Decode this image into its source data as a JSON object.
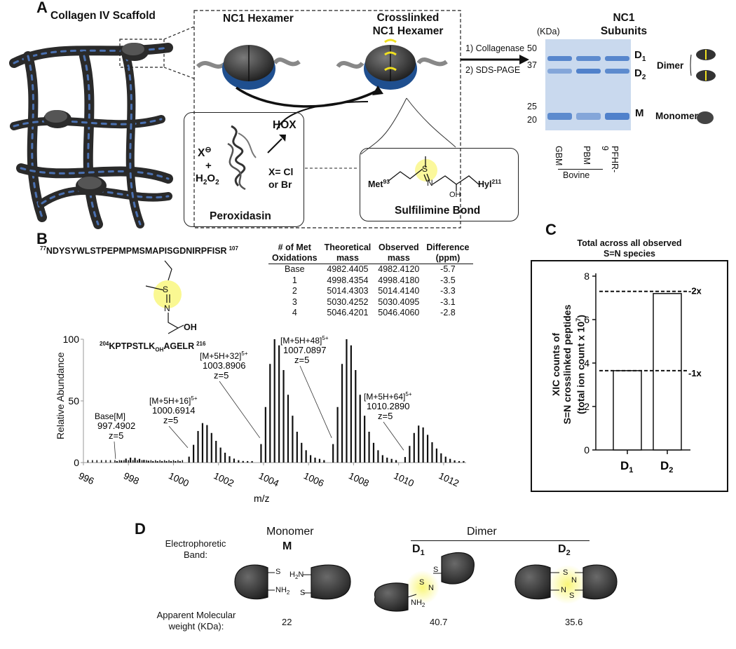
{
  "panel_labels": {
    "a": "A",
    "b": "B",
    "c": "C",
    "d": "D"
  },
  "panel_a": {
    "scaffold_title": "Collagen IV Scaffold",
    "hexamer_title": "NC1 Hexamer",
    "crosslinked_title_line1": "Crosslinked",
    "crosslinked_title_line2": "NC1 Hexamer",
    "step1": "1) Collagenase",
    "step2": "2) SDS-PAGE",
    "peroxidasin": {
      "x": "X",
      "charge": "⊖",
      "plus": "+",
      "h2o2": "H",
      "h2o2_sub1": "2",
      "o": "O",
      "h2o2_sub2": "2",
      "hox": "HOX",
      "x_def_line1": "X= Cl",
      "x_def_line2": "or Br",
      "label": "Peroxidasin"
    },
    "sulfilimine": {
      "met": "Met",
      "met_sup": "93",
      "hyl": "Hyl",
      "hyl_sup": "211",
      "s": "S",
      "n": "N",
      "oh": "OH",
      "label": "Sulfilimine Bond"
    },
    "gel": {
      "title_line1": "NC1",
      "title_line2": "Subunits",
      "unit": "(KDa)",
      "markers": [
        "50",
        "37",
        "25",
        "20"
      ],
      "lanes": [
        "GBM",
        "PBM",
        "PFHR-9"
      ],
      "bovine": "Bovine",
      "bands": {
        "d1": "D",
        "d1_sub": "1",
        "d2": "D",
        "d2_sub": "2",
        "m": "M"
      },
      "dimer": "Dimer",
      "monomer": "Monomer",
      "gel_color": "#c9d9ee",
      "band_color": "#4a7cc8"
    }
  },
  "panel_b": {
    "peptide1_sup": "77",
    "peptide1": "NDYSYWLSTPEPMPMSMAPISGDNIRPFISR",
    "peptide1_end": "107",
    "peptide2_sup": "204",
    "peptide2_a": "KPTPSTLK",
    "peptide2_sub": "OH",
    "peptide2_b": "AGELR",
    "peptide2_end": "216",
    "struct_s": "S",
    "struct_n": "N",
    "struct_oh": "OH",
    "table": {
      "headers": [
        [
          "# of Met",
          "Oxidations"
        ],
        [
          "Theoretical",
          "mass"
        ],
        [
          "Observed",
          "mass"
        ],
        [
          "Difference",
          "(ppm)"
        ]
      ],
      "rows": [
        [
          "Base",
          "4982.4405",
          "4982.4120",
          "-5.7"
        ],
        [
          "1",
          "4998.4354",
          "4998.4180",
          "-3.5"
        ],
        [
          "2",
          "5014.4303",
          "5014.4140",
          "-3.3"
        ],
        [
          "3",
          "5030.4252",
          "5030.4095",
          "-3.1"
        ],
        [
          "4",
          "5046.4201",
          "5046.4060",
          "-2.8"
        ]
      ]
    },
    "spectrum": {
      "ylabel": "Relative Abundance",
      "xlabel": "m/z",
      "yticks": [
        "0",
        "50",
        "100"
      ],
      "xticks": [
        "996",
        "998",
        "1000",
        "1002",
        "1004",
        "1006",
        "1008",
        "1010",
        "1012"
      ],
      "annotations": [
        {
          "line1": "Base[M]",
          "sup": "",
          "line2": "997.4902",
          "line3": "z=5"
        },
        {
          "line1": "[M+5H+16]",
          "sup": "5+",
          "line2": "1000.6914",
          "line3": "z=5"
        },
        {
          "line1": "[M+5H+32]",
          "sup": "5+",
          "line2": "1003.8906",
          "line3": "z=5"
        },
        {
          "line1": "[M+5H+48]",
          "sup": "5+",
          "line2": "1007.0897",
          "line3": "z=5"
        },
        {
          "line1": "[M+5H+64]",
          "sup": "5+",
          "line2": "1010.2890",
          "line3": "z=5"
        }
      ]
    }
  },
  "panel_c": {
    "title_line1": "Total across all observed",
    "title_line2": "S=N species",
    "ylabel_line1": "XIC counts of",
    "ylabel_line2": "S=N crosslinked peptides",
    "ylabel_line3": "(total ion count x 10",
    "ylabel_exp": "7",
    "ylabel_close": ")",
    "yticks": [
      "0",
      "2",
      "4",
      "6",
      "8"
    ],
    "ref_2x": "-2x",
    "ref_1x": "-1x",
    "cat_d1": "D",
    "cat_d1_sub": "1",
    "cat_d2": "D",
    "cat_d2_sub": "2"
  },
  "panel_d": {
    "electrophoretic_line1": "Electrophoretic",
    "electrophoretic_line2": "Band:",
    "monomer": "Monomer",
    "m": "M",
    "dimer": "Dimer",
    "d1": "D",
    "d1_sub": "1",
    "d2": "D",
    "d2_sub": "2",
    "mw_line1": "Apparent Molecular",
    "mw_line2": "weight (KDa):",
    "mw_values": [
      "22",
      "40.7",
      "35.6"
    ],
    "chem": {
      "s": "S",
      "n": "N",
      "nh2": "NH",
      "nh2_sub": "2",
      "h2n": "H",
      "h2n_sub": "2",
      "h2n_n": "N"
    }
  },
  "chart_data": [
    {
      "type": "bar",
      "title": "Total across all observed S=N species",
      "ylabel": "XIC counts of S=N crosslinked peptides (total ion count x 10^7)",
      "categories": [
        "D1",
        "D2"
      ],
      "values": [
        3.65,
        7.2
      ],
      "ylim": [
        0,
        8
      ],
      "reference_lines": [
        {
          "label": "-1x",
          "y": 3.65
        },
        {
          "label": "-2x",
          "y": 7.3
        }
      ]
    },
    {
      "type": "bar",
      "title": "",
      "xlabel": "m/z",
      "ylabel": "Relative Abundance",
      "xlim": [
        996,
        1013
      ],
      "ylim": [
        0,
        100
      ],
      "peak_envelopes": [
        {
          "label": "Base[M]",
          "mz": 997.4902,
          "max": 4
        },
        {
          "label": "[M+5H+16]5+",
          "mz": 1000.6914,
          "max": 32
        },
        {
          "label": "[M+5H+32]5+",
          "mz": 1003.8906,
          "max": 100
        },
        {
          "label": "[M+5H+48]5+",
          "mz": 1007.0897,
          "max": 100
        },
        {
          "label": "[M+5H+64]5+",
          "mz": 1010.289,
          "max": 30
        }
      ]
    }
  ]
}
